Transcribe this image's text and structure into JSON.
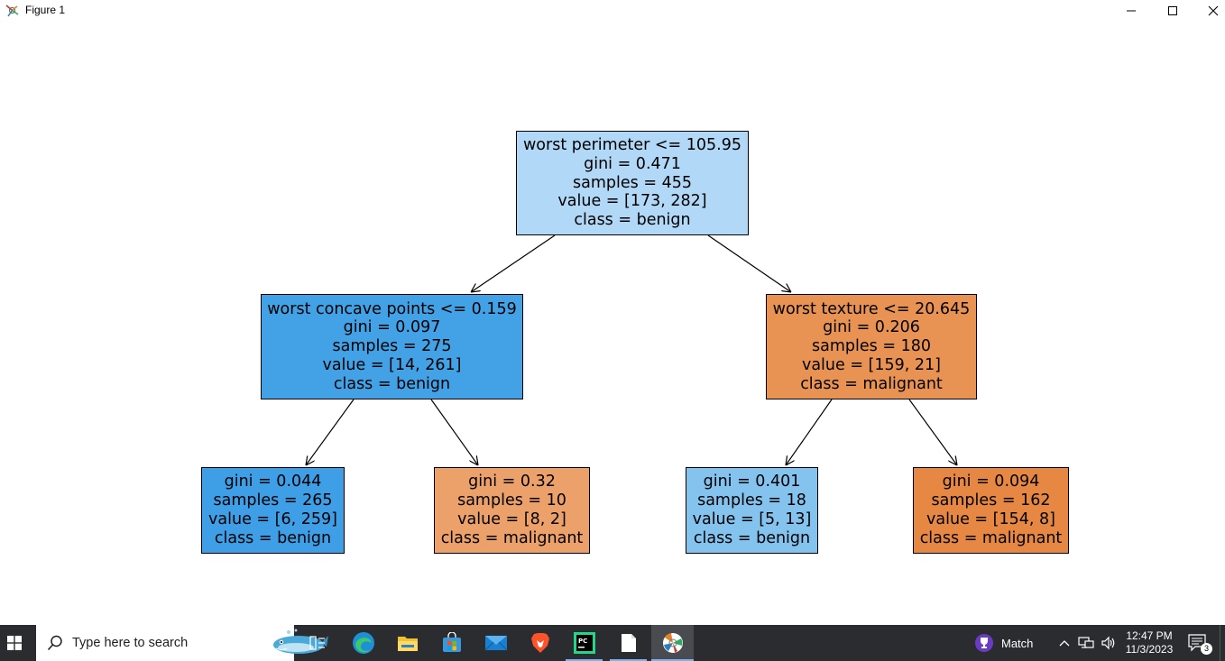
{
  "window": {
    "title": "Figure 1",
    "controls": [
      "minimize",
      "maximize",
      "close"
    ]
  },
  "tree": {
    "nodes": [
      {
        "id": "root",
        "lines": [
          "worst perimeter <= 105.95",
          "gini = 0.471",
          "samples = 455",
          "value = [173, 282]",
          "class = benign"
        ],
        "color": "#b1d8f6"
      },
      {
        "id": "left",
        "lines": [
          "worst concave points <= 0.159",
          "gini = 0.097",
          "samples = 275",
          "value = [14, 261]",
          "class = benign"
        ],
        "color": "#43a2e6"
      },
      {
        "id": "right",
        "lines": [
          "worst texture <= 20.645",
          "gini = 0.206",
          "samples = 180",
          "value = [159, 21]",
          "class = malignant"
        ],
        "color": "#e89253"
      },
      {
        "id": "ll",
        "lines": [
          "gini = 0.044",
          "samples = 265",
          "value = [6, 259]",
          "class = benign"
        ],
        "color": "#3e9fe6"
      },
      {
        "id": "lr",
        "lines": [
          "gini = 0.32",
          "samples = 10",
          "value = [8, 2]",
          "class = malignant"
        ],
        "color": "#eca06a"
      },
      {
        "id": "rl",
        "lines": [
          "gini = 0.401",
          "samples = 18",
          "value = [5, 13]",
          "class = benign"
        ],
        "color": "#85c3ef"
      },
      {
        "id": "rr",
        "lines": [
          "gini = 0.094",
          "samples = 162",
          "value = [154, 8]",
          "class = malignant"
        ],
        "color": "#e68843"
      }
    ],
    "edges": [
      [
        "root",
        "left"
      ],
      [
        "root",
        "right"
      ],
      [
        "left",
        "ll"
      ],
      [
        "left",
        "lr"
      ],
      [
        "right",
        "rl"
      ],
      [
        "right",
        "rr"
      ]
    ]
  },
  "taskbar": {
    "search_placeholder": "Type here to search",
    "apps": [
      "task-view",
      "edge",
      "file-explorer",
      "microsoft-store",
      "mail",
      "brave",
      "pycharm",
      "notepad",
      "matplotlib-figure"
    ],
    "weather_label": "Match",
    "time": "12:47 PM",
    "date": "11/3/2023",
    "notification_count": "3"
  }
}
